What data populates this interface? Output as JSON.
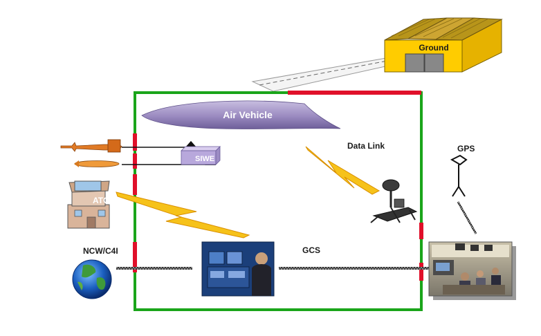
{
  "labels": {
    "ground": "Ground",
    "air_vehicle": "Air Vehicle",
    "siwe": "SIWE",
    "data_link": "Data Link",
    "gps": "GPS",
    "atc": "ATC",
    "ncw": "NCW/C4I",
    "gcs": "GCS"
  },
  "colors": {
    "boundary_green": "#1aa51a",
    "interface_red": "#e0102a",
    "lightning_yellow": "#f6c21a",
    "hangar_yellow": "#ffcc00",
    "air_vehicle_purple": "#9a8ac0"
  },
  "icons": [
    "hangar-icon",
    "runway-icon",
    "air-vehicle-icon",
    "missile-icon",
    "torpedo-icon",
    "siwe-box-icon",
    "antenna-dish-icon",
    "gps-receiver-icon",
    "atc-tower-icon",
    "globe-icon",
    "gcs-console-photo",
    "control-room-photo",
    "lightning-icon"
  ]
}
